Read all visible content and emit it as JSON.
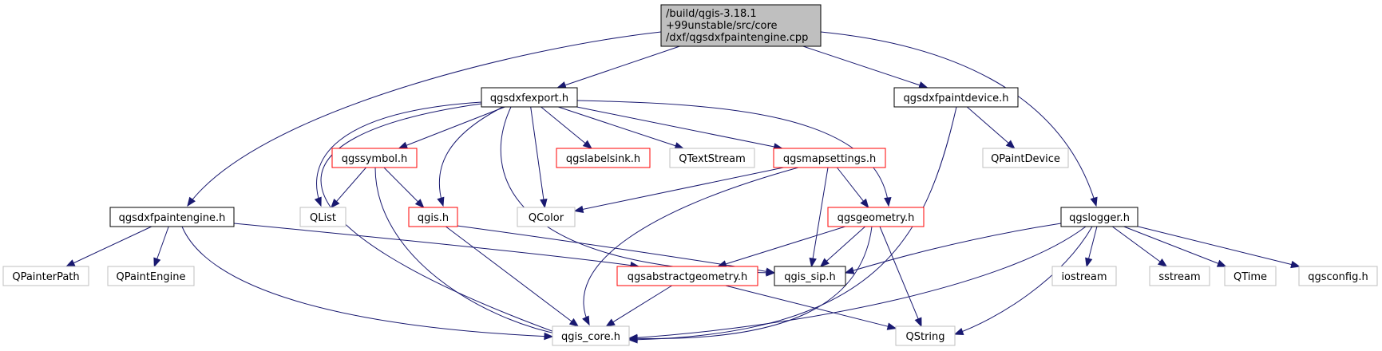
{
  "colors": {
    "edge": "#191970",
    "root_fill": "#bfbfbf",
    "black_border": "#000000",
    "red_border": "#ff0000",
    "gray_border": "#bfbfbf",
    "external_text": "#333333"
  },
  "nodes": [
    {
      "id": "root",
      "label_lines": [
        "/build/qgis-3.18.1",
        "+99unstable/src/core",
        "/dxf/qgsdxfpaintengine.cpp"
      ],
      "style": "root"
    },
    {
      "id": "qgsdxfexport_h",
      "label_lines": [
        "qgsdxfexport.h"
      ],
      "style": "black"
    },
    {
      "id": "qgsdxfpaintdevice_h",
      "label_lines": [
        "qgsdxfpaintdevice.h"
      ],
      "style": "black"
    },
    {
      "id": "qgsdxfpaintengine_h",
      "label_lines": [
        "qgsdxfpaintengine.h"
      ],
      "style": "black"
    },
    {
      "id": "qgslogger_h",
      "label_lines": [
        "qgslogger.h"
      ],
      "style": "black"
    },
    {
      "id": "qgssymbol_h",
      "label_lines": [
        "qgssymbol.h"
      ],
      "style": "red"
    },
    {
      "id": "qgslabelsink_h",
      "label_lines": [
        "qgslabelsink.h"
      ],
      "style": "red"
    },
    {
      "id": "QTextStream",
      "label_lines": [
        "QTextStream"
      ],
      "style": "gray"
    },
    {
      "id": "qgsmapsettings_h",
      "label_lines": [
        "qgsmapsettings.h"
      ],
      "style": "red"
    },
    {
      "id": "QPaintDevice",
      "label_lines": [
        "QPaintDevice"
      ],
      "style": "gray"
    },
    {
      "id": "QList",
      "label_lines": [
        "QList"
      ],
      "style": "gray"
    },
    {
      "id": "qgis_h",
      "label_lines": [
        "qgis.h"
      ],
      "style": "red"
    },
    {
      "id": "QColor",
      "label_lines": [
        "QColor"
      ],
      "style": "gray"
    },
    {
      "id": "qgsgeometry_h",
      "label_lines": [
        "qgsgeometry.h"
      ],
      "style": "red"
    },
    {
      "id": "QPainterPath",
      "label_lines": [
        "QPainterPath"
      ],
      "style": "gray"
    },
    {
      "id": "QPaintEngine",
      "label_lines": [
        "QPaintEngine"
      ],
      "style": "gray"
    },
    {
      "id": "qgsabstractgeometry_h",
      "label_lines": [
        "qgsabstractgeometry.h"
      ],
      "style": "red"
    },
    {
      "id": "qgis_sip_h",
      "label_lines": [
        "qgis_sip.h"
      ],
      "style": "black"
    },
    {
      "id": "iostream",
      "label_lines": [
        "iostream"
      ],
      "style": "gray"
    },
    {
      "id": "sstream",
      "label_lines": [
        "sstream"
      ],
      "style": "gray"
    },
    {
      "id": "QTime",
      "label_lines": [
        "QTime"
      ],
      "style": "gray"
    },
    {
      "id": "qgsconfig_h",
      "label_lines": [
        "qgsconfig.h"
      ],
      "style": "gray"
    },
    {
      "id": "qgis_core_h",
      "label_lines": [
        "qgis_core.h"
      ],
      "style": "gray"
    },
    {
      "id": "QString",
      "label_lines": [
        "QString"
      ],
      "style": "gray"
    }
  ],
  "edges": [
    [
      "root",
      "qgsdxfexport_h"
    ],
    [
      "root",
      "qgsdxfpaintdevice_h"
    ],
    [
      "root",
      "qgsdxfpaintengine_h"
    ],
    [
      "root",
      "qgslogger_h"
    ],
    [
      "qgsdxfexport_h",
      "qgssymbol_h"
    ],
    [
      "qgsdxfexport_h",
      "qgslabelsink_h"
    ],
    [
      "qgsdxfexport_h",
      "QTextStream"
    ],
    [
      "qgsdxfexport_h",
      "qgsmapsettings_h"
    ],
    [
      "qgsdxfexport_h",
      "QList"
    ],
    [
      "qgsdxfexport_h",
      "qgis_h"
    ],
    [
      "qgsdxfexport_h",
      "QColor"
    ],
    [
      "qgsdxfexport_h",
      "qgsgeometry_h"
    ],
    [
      "qgsdxfexport_h",
      "qgis_sip_h"
    ],
    [
      "qgsdxfexport_h",
      "qgis_core_h"
    ],
    [
      "qgssymbol_h",
      "QList"
    ],
    [
      "qgssymbol_h",
      "qgis_h"
    ],
    [
      "qgssymbol_h",
      "qgis_core_h"
    ],
    [
      "qgsmapsettings_h",
      "QColor"
    ],
    [
      "qgsmapsettings_h",
      "qgsgeometry_h"
    ],
    [
      "qgsmapsettings_h",
      "qgis_sip_h"
    ],
    [
      "qgsmapsettings_h",
      "qgis_core_h"
    ],
    [
      "qgis_h",
      "qgis_sip_h"
    ],
    [
      "qgis_h",
      "qgis_core_h"
    ],
    [
      "qgsgeometry_h",
      "qgsabstractgeometry_h"
    ],
    [
      "qgsgeometry_h",
      "qgis_sip_h"
    ],
    [
      "qgsgeometry_h",
      "QString"
    ],
    [
      "qgsgeometry_h",
      "qgis_core_h"
    ],
    [
      "qgsdxfpaintdevice_h",
      "QPaintDevice"
    ],
    [
      "qgsdxfpaintdevice_h",
      "qgis_core_h"
    ],
    [
      "qgsdxfpaintengine_h",
      "QPainterPath"
    ],
    [
      "qgsdxfpaintengine_h",
      "QPaintEngine"
    ],
    [
      "qgsdxfpaintengine_h",
      "qgsabstractgeometry_h"
    ],
    [
      "qgsdxfpaintengine_h",
      "qgis_core_h"
    ],
    [
      "qgsabstractgeometry_h",
      "qgis_core_h"
    ],
    [
      "qgsabstractgeometry_h",
      "QString"
    ],
    [
      "qgslogger_h",
      "qgis_sip_h"
    ],
    [
      "qgslogger_h",
      "iostream"
    ],
    [
      "qgslogger_h",
      "sstream"
    ],
    [
      "qgslogger_h",
      "QTime"
    ],
    [
      "qgslogger_h",
      "qgsconfig_h"
    ],
    [
      "qgslogger_h",
      "qgis_core_h"
    ],
    [
      "qgslogger_h",
      "QString"
    ]
  ]
}
